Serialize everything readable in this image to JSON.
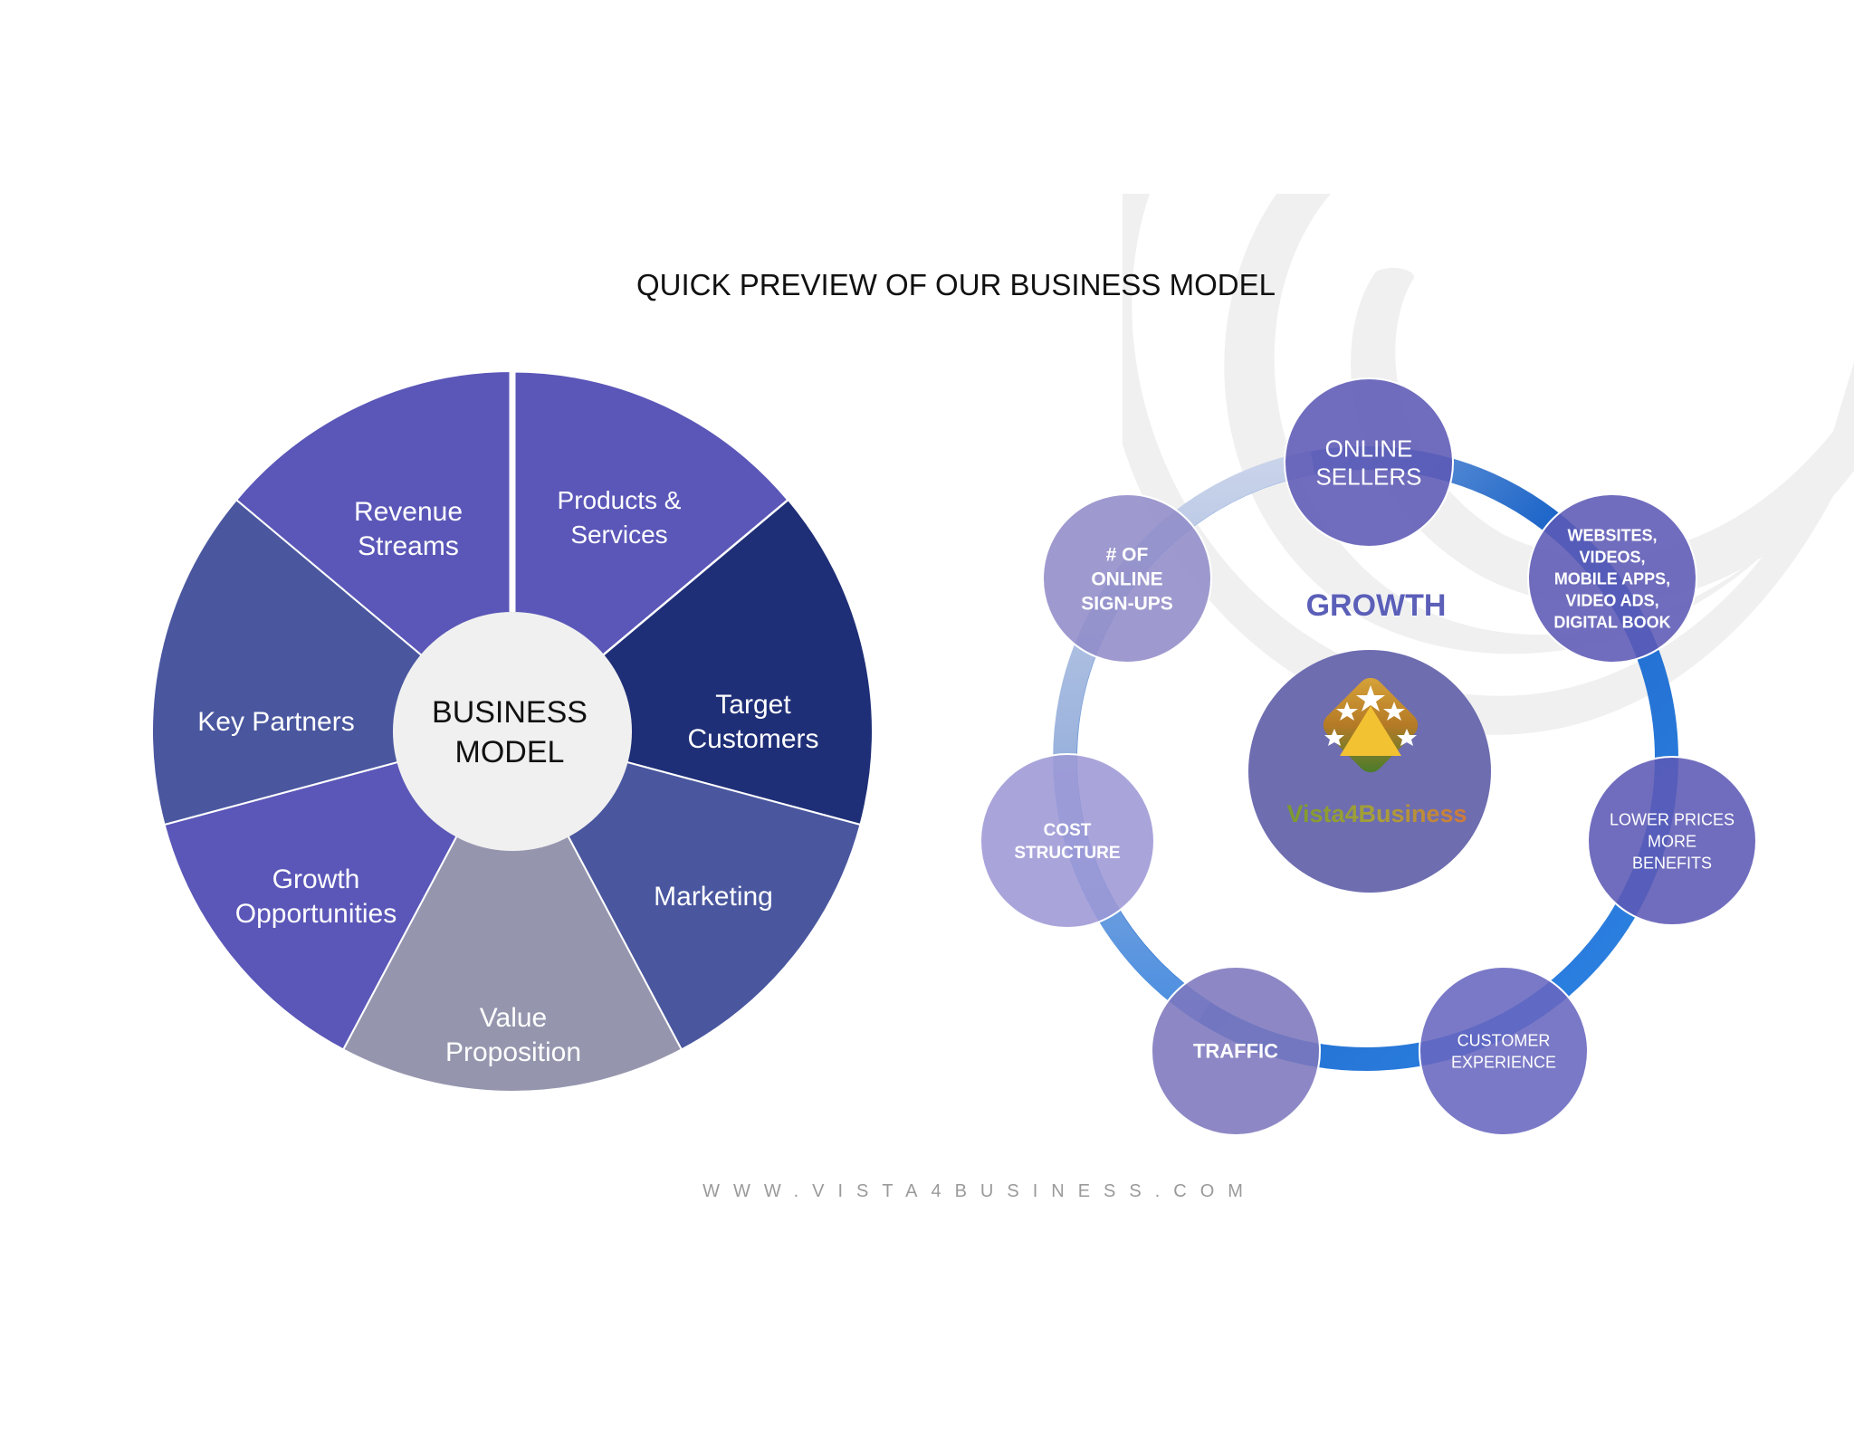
{
  "title": "QUICK PREVIEW OF OUR BUSINESS MODEL",
  "wheel": {
    "center_lines": [
      "BUSINESS",
      "MODEL"
    ],
    "segments": [
      {
        "lines": [
          "Products &",
          "Services"
        ],
        "color": "#5b57b8"
      },
      {
        "lines": [
          "Target",
          "Customers"
        ],
        "color": "#1f2f77"
      },
      {
        "lines": [
          "Marketing"
        ],
        "color": "#4a579f"
      },
      {
        "lines": [
          "Value",
          "Proposition"
        ],
        "color": "#9596ae"
      },
      {
        "lines": [
          "Growth",
          "Opportunities"
        ],
        "color": "#5b57b8"
      },
      {
        "lines": [
          "Key Partners"
        ],
        "color": "#4a579f"
      },
      {
        "lines": [
          "Revenue",
          "Streams"
        ],
        "color": "#5b57b8"
      }
    ]
  },
  "cycle": {
    "center_label": "GROWTH",
    "logo_text": "Vista4Business",
    "nodes": [
      {
        "lines": [
          "ONLINE",
          "SELLERS"
        ],
        "color": "#5c59b5"
      },
      {
        "lines": [
          "WEBSITES,",
          "VIDEOS,",
          "MOBILE APPS,",
          "VIDEO ADS,",
          "DIGITAL BOOK"
        ],
        "color": "#5c59b5"
      },
      {
        "lines": [
          "LOWER PRICES",
          "MORE",
          "BENEFITS"
        ],
        "color": "#5c59b5"
      },
      {
        "lines": [
          "CUSTOMER",
          "EXPERIENCE"
        ],
        "color": "#6866bf"
      },
      {
        "lines": [
          "TRAFFIC"
        ],
        "color": "#7d78bd"
      },
      {
        "lines": [
          "COST",
          "STRUCTURE"
        ],
        "color": "#9d98d6"
      },
      {
        "lines": [
          "# OF",
          "ONLINE",
          "SIGN-UPS"
        ],
        "color": "#918cc8"
      }
    ]
  },
  "footer": "WWW.VISTA4BUSINESS.COM"
}
